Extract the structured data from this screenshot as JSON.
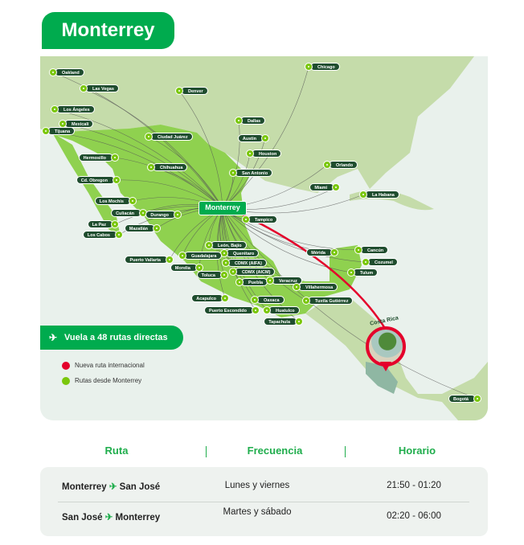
{
  "title": "Monterrey",
  "hub": "Monterrey",
  "colors": {
    "brand": "#00ab4e",
    "route_dot": "#7ac70c",
    "new_route": "#e4002b",
    "label_bg": "#1f4d2e"
  },
  "banner": {
    "icon": "plane-takeoff-icon",
    "text": "Vuela a 48 rutas directas"
  },
  "legend": [
    {
      "label": "Nueva ruta internacional",
      "color": "#e4002b"
    },
    {
      "label": "Rutas desde Monterrey",
      "color": "#7ac70c"
    }
  ],
  "new_destination": "Costa Rica",
  "cities": [
    "Oakland",
    "Las Vegas",
    "Denver",
    "Los Ángeles",
    "Mexicali",
    "Tijuana",
    "Chicago",
    "Dallas",
    "Austin",
    "Houston",
    "San Antonio",
    "Ciudad Juárez",
    "Hermosillo",
    "Chihuahua",
    "Cd. Obregon",
    "Los Mochis",
    "Culiacán",
    "Durango",
    "La Paz",
    "Los Cabos",
    "Mazatlán",
    "Orlando",
    "Miami",
    "La Habana",
    "Tampico",
    "León, Bajío",
    "Querétaro",
    "Guadalajara",
    "Puerto Vallarta",
    "CDMX (AIFA)",
    "Morelia",
    "CDMX (AICM)",
    "Toluca",
    "Puebla",
    "Veracruz",
    "Villahermosa",
    "Tuxtla Gutiérrez",
    "Acapulco",
    "Oaxaca",
    "Puerto Escondido",
    "Huatulco",
    "Tapachula",
    "Mérida",
    "Cancún",
    "Cozumel",
    "Tulum",
    "Bogotá"
  ],
  "table": {
    "headers": [
      "Ruta",
      "Frecuencia",
      "Horario"
    ],
    "rows": [
      {
        "from": "Monterrey",
        "to": "San José",
        "frequency": "Lunes y viernes",
        "schedule": "21:50 - 01:20"
      },
      {
        "from": "San José",
        "to": "Monterrey",
        "frequency": "Martes y sábado",
        "schedule": "02:20 - 06:00"
      }
    ],
    "plane_glyph": "✈"
  }
}
